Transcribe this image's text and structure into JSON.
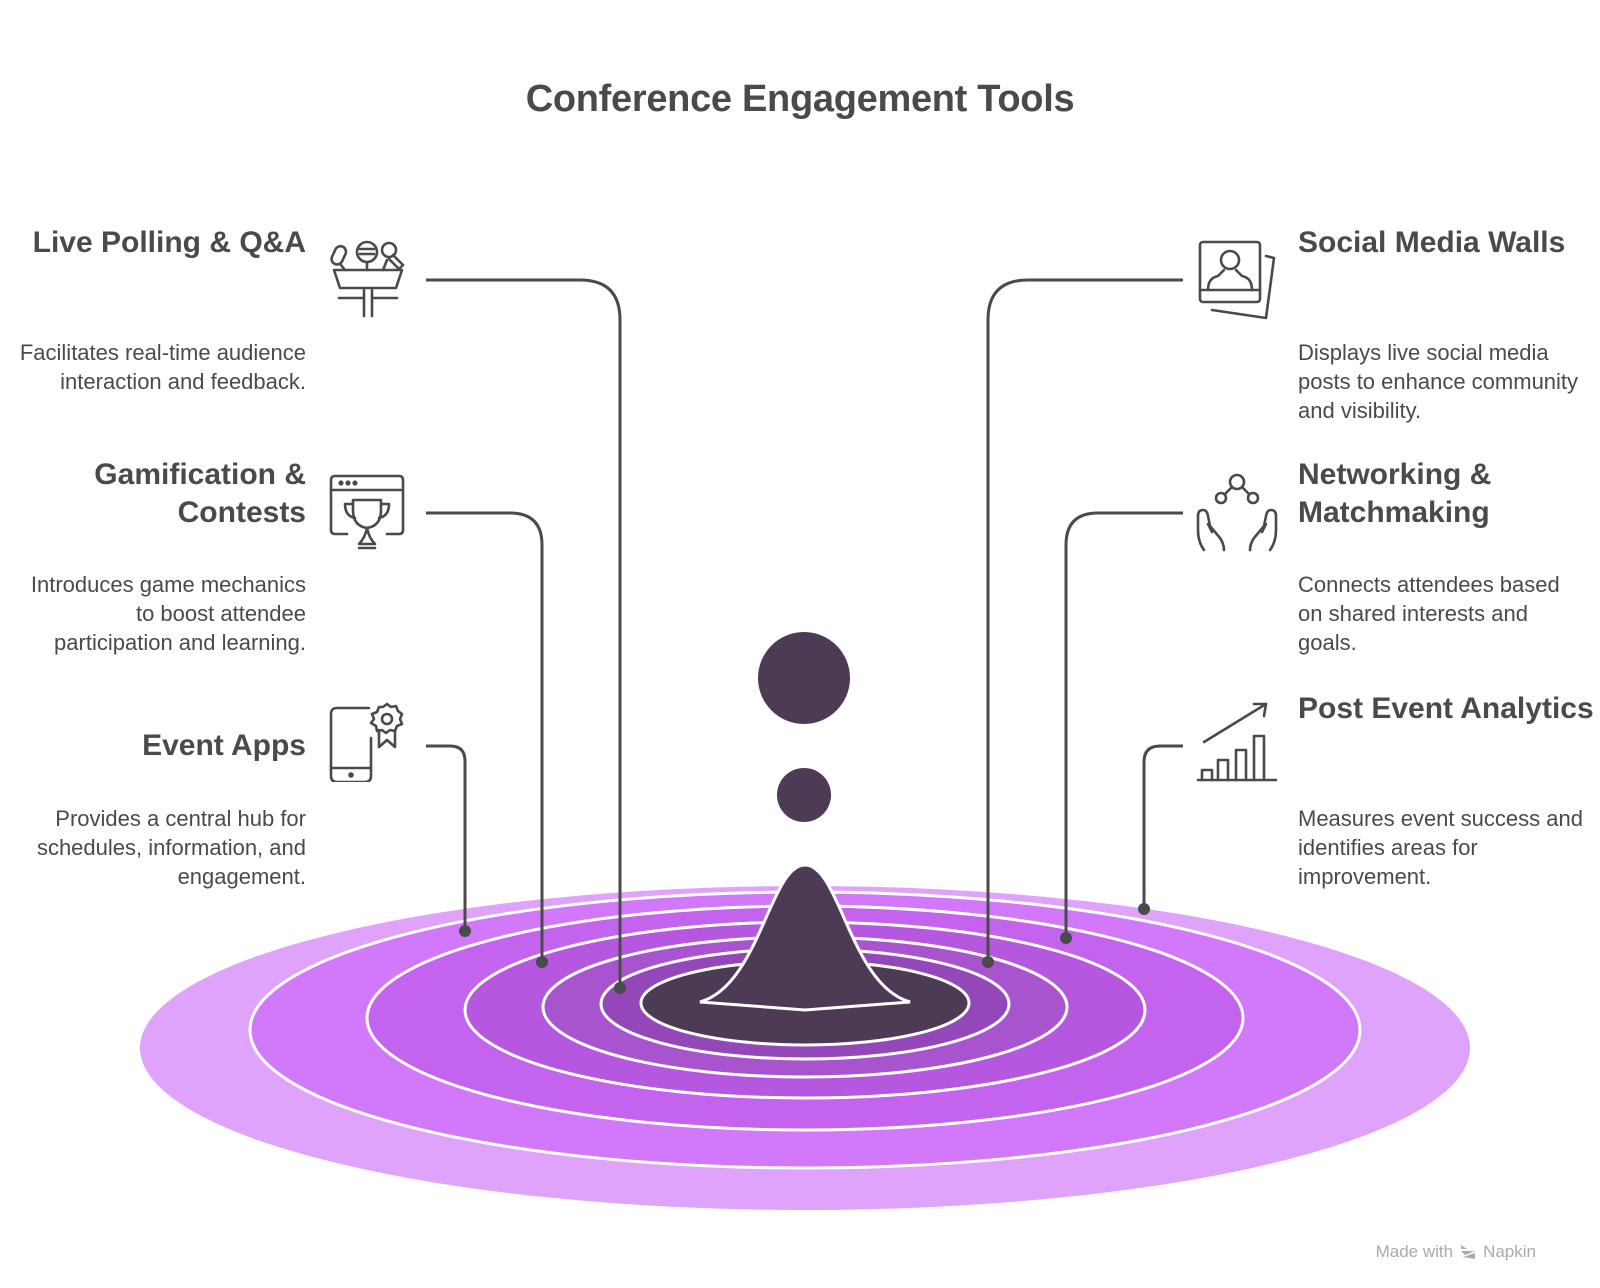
{
  "title": "Conference Engagement Tools",
  "colors": {
    "text": "#4a4a4a",
    "ring_outer": "#e0a3fb",
    "ring_2": "#d278fa",
    "ring_3": "#c463ee",
    "ring_4": "#b658df",
    "ring_5": "#a854cf",
    "ring_6": "#9447b8",
    "center": "#4d3a55",
    "connector": "#4a4a4a"
  },
  "items": [
    {
      "heading": "Live Polling & Q&A",
      "description": "Facilitates real-time audience interaction and feedback.",
      "icon": "podium-microphones-icon",
      "side": "left"
    },
    {
      "heading": "Gamification & Contests",
      "description": "Introduces game mechanics to boost attendee participation and learning.",
      "icon": "trophy-browser-icon",
      "side": "left"
    },
    {
      "heading": "Event Apps",
      "description": "Provides a central hub for schedules, information, and engagement.",
      "icon": "phone-award-icon",
      "side": "left"
    },
    {
      "heading": "Social Media Walls",
      "description": "Displays live social media posts to enhance community and visibility.",
      "icon": "profile-photos-icon",
      "side": "right"
    },
    {
      "heading": "Networking & Matchmaking",
      "description": "Connects attendees based on shared interests and goals.",
      "icon": "hands-network-icon",
      "side": "right"
    },
    {
      "heading": "Post Event Analytics",
      "description": "Measures event success and identifies areas for improvement.",
      "icon": "growth-chart-icon",
      "side": "right"
    }
  ],
  "footer": {
    "made_with": "Made with",
    "brand": "Napkin",
    "icon": "napkin-logo-icon"
  }
}
